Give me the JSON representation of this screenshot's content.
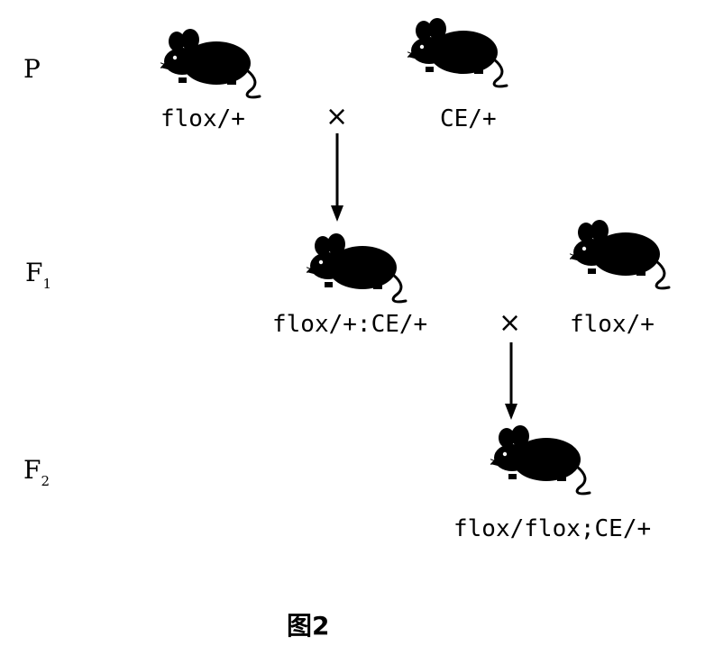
{
  "generations": {
    "p": "P",
    "f1_letter": "F",
    "f1_sub": "1",
    "f2_letter": "F",
    "f2_sub": "2"
  },
  "parents": {
    "left_genotype": "flox/+",
    "right_genotype": "CE/+",
    "cross_symbol": "×"
  },
  "f1": {
    "left_genotype": "flox/+:CE/+",
    "right_genotype": "flox/+",
    "cross_symbol": "×"
  },
  "f2": {
    "genotype": "flox/flox;CE/+"
  },
  "figure_caption": "图2",
  "icons": [
    "mouse-icon",
    "arrow-down-icon"
  ]
}
